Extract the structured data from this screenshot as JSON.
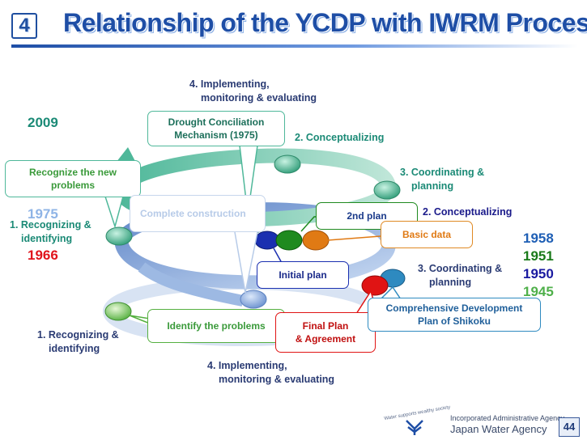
{
  "header": {
    "section_number": "4",
    "title": "Relationship of the YCDP with IWRM Process"
  },
  "stages": {
    "top_implementing": [
      "4. Implementing,",
      "monitoring & evaluating"
    ],
    "top_conceptualizing": "2. Conceptualizing",
    "top_coordinating": [
      "3. Coordinating &",
      "planning"
    ],
    "mid_recognizing": [
      "1. Recognizing &",
      "identifying"
    ],
    "mid_conceptualizing": "2. Conceptualizing",
    "mid_coordinating": [
      "3. Coordinating &",
      "planning"
    ],
    "bottom_recognizing": [
      "1. Recognizing &",
      "identifying"
    ],
    "bottom_implementing": [
      "4. Implementing,",
      "monitoring & evaluating"
    ]
  },
  "callouts": {
    "drought": [
      "Drought Conciliation",
      "Mechanism (1975)"
    ],
    "recognize_new": [
      "Recognize the new",
      "problems"
    ],
    "complete_construction": "Complete construction",
    "second_plan": "2nd plan",
    "basic_data": "Basic data",
    "initial_plan": "Initial plan",
    "identify_problems": "Identify the problems",
    "final_plan": [
      "Final Plan",
      "& Agreement"
    ],
    "comprehensive": [
      "Comprehensive Development",
      "Plan of Shikoku"
    ]
  },
  "years": {
    "y2009": "2009",
    "y1975": "1975",
    "y1966": "1966",
    "y1958": "1958",
    "y1951": "1951",
    "y1950": "1950",
    "y1945": "1945"
  },
  "colors": {
    "y2009": "#1b8a76",
    "y1975": "#8fb4e6",
    "y1966": "#e0141c",
    "y1958": "#1f5fb5",
    "y1951": "#1a7a1a",
    "y1950": "#1a1aa0",
    "y1945": "#4fb04a"
  },
  "footer": {
    "tagline": "Water supports wealthy society",
    "org_line1": "Incorporated Administrative Agency",
    "org_line2": "Japan Water Agency",
    "page_number": "44"
  }
}
